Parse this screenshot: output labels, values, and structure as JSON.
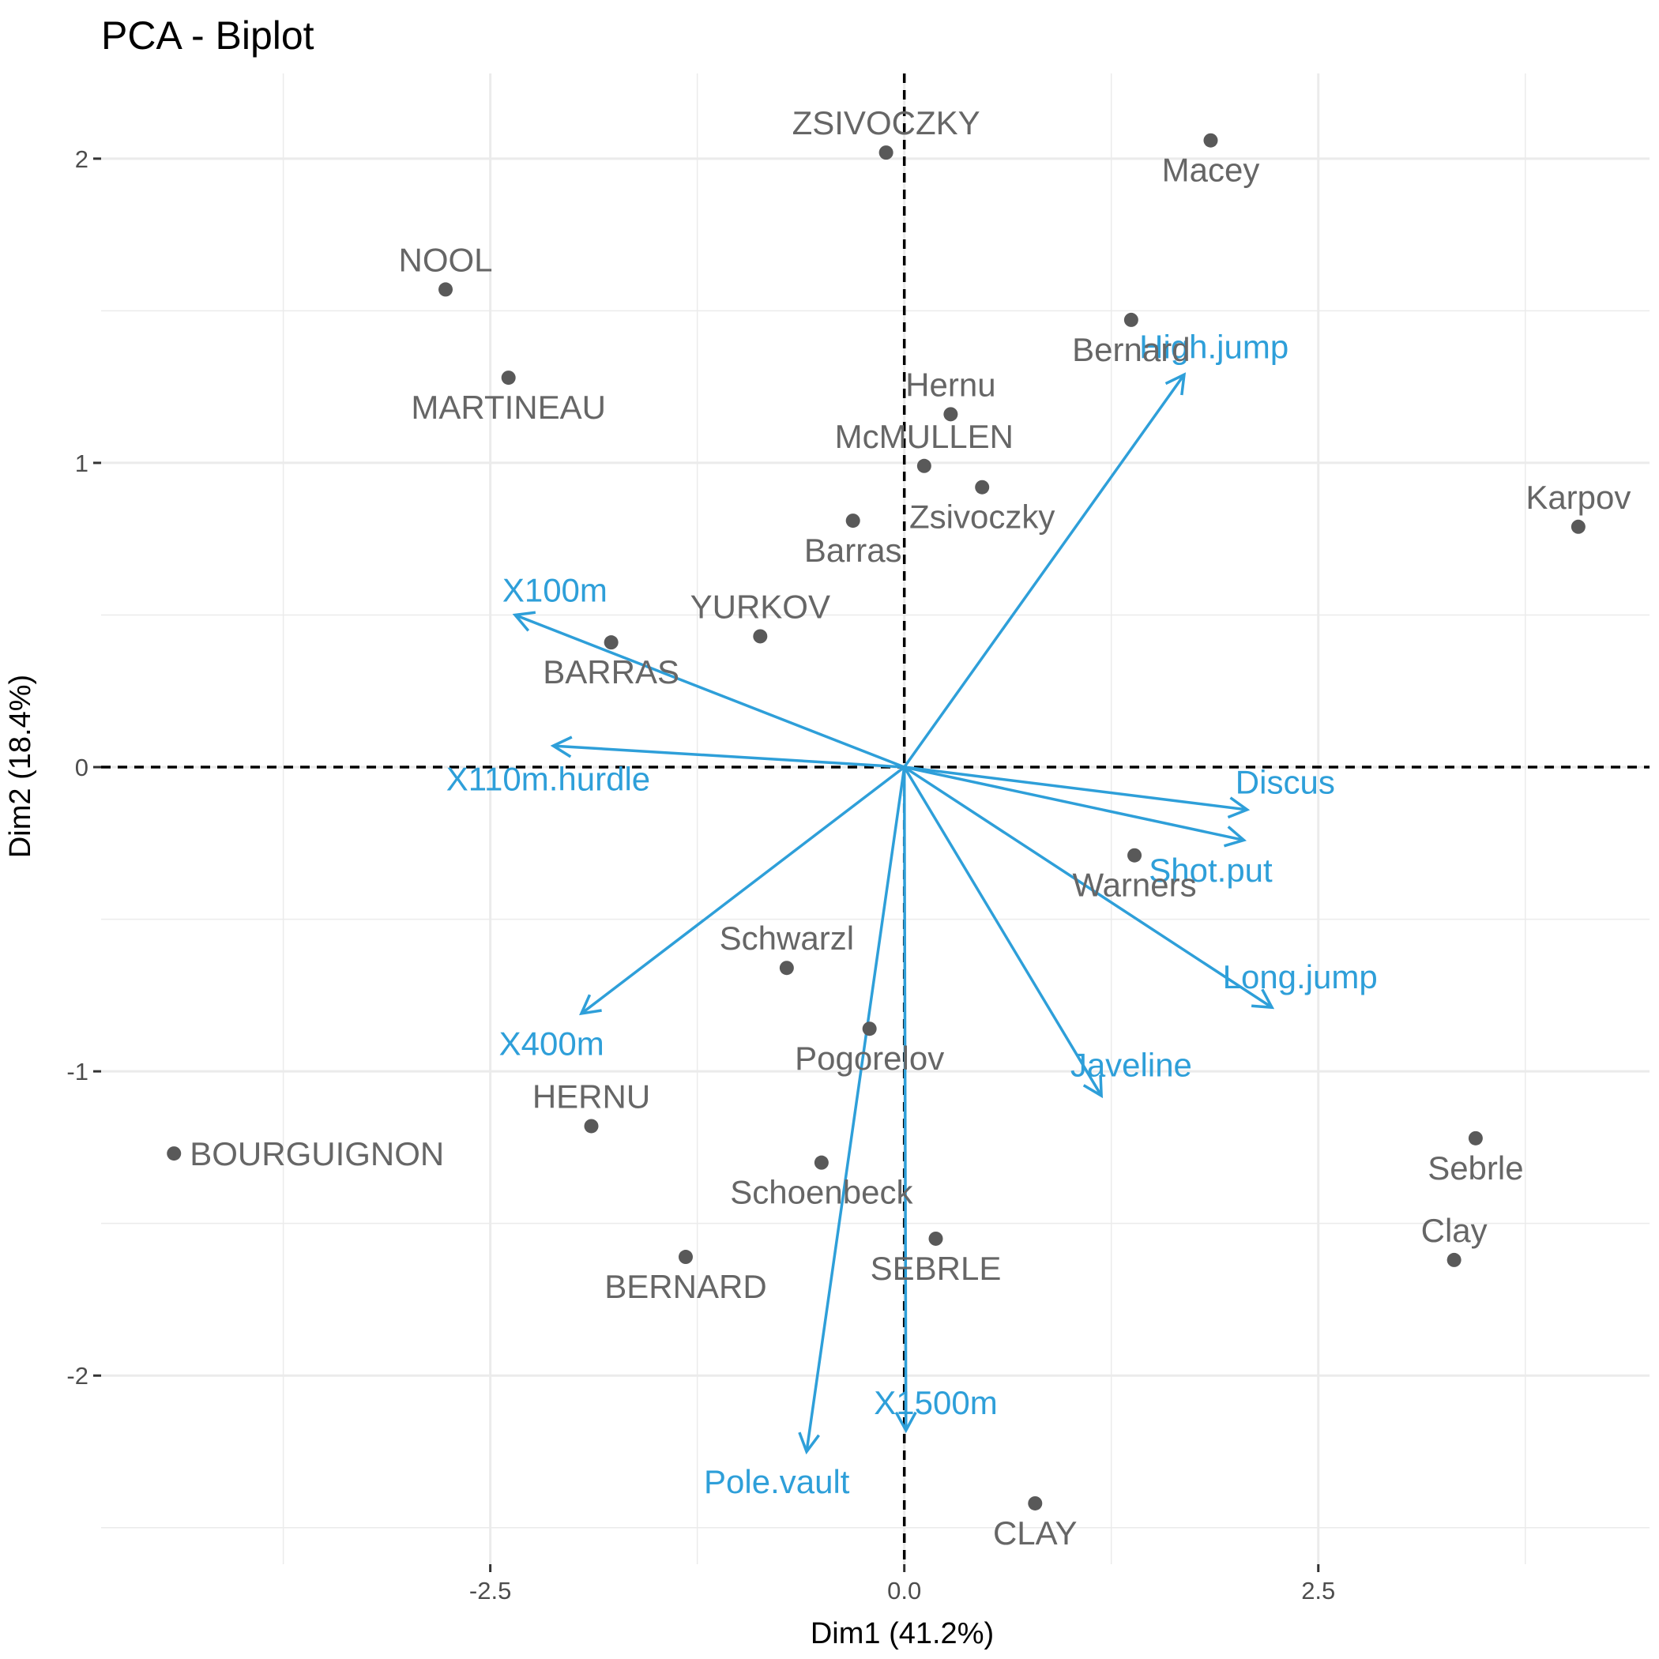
{
  "chart_data": {
    "type": "scatter",
    "title": "PCA - Biplot",
    "xlabel": "Dim1 (41.2%)",
    "ylabel": "Dim2 (18.4%)",
    "xlim": [
      -4.85,
      4.5
    ],
    "ylim": [
      -2.62,
      2.28
    ],
    "x_ticks": [
      -2.5,
      0.0,
      2.5
    ],
    "x_tick_labels": [
      "-2.5",
      "0.0",
      "2.5"
    ],
    "y_ticks": [
      -2,
      -1,
      0,
      1,
      2
    ],
    "y_tick_labels": [
      "-2",
      "-1",
      "0",
      "1",
      "2"
    ],
    "grid": true,
    "legend": "none",
    "colors": {
      "individuals": "#595959",
      "individual_labels": "#666666",
      "variables": "#2e9fd9"
    },
    "individuals": [
      {
        "name": "ZSIVOCZKY",
        "x": -0.11,
        "y": 2.02,
        "label_pos": "above"
      },
      {
        "name": "Macey",
        "x": 1.85,
        "y": 2.06,
        "label_pos": "below"
      },
      {
        "name": "NOOL",
        "x": -2.77,
        "y": 1.57,
        "label_pos": "above"
      },
      {
        "name": "MARTINEAU",
        "x": -2.39,
        "y": 1.28,
        "label_pos": "below"
      },
      {
        "name": "Bernard",
        "x": 1.37,
        "y": 1.47,
        "label_pos": "below"
      },
      {
        "name": "Hernu",
        "x": 0.28,
        "y": 1.16,
        "label_pos": "above"
      },
      {
        "name": "McMULLEN",
        "x": 0.12,
        "y": 0.99,
        "label_pos": "above"
      },
      {
        "name": "Zsivoczky",
        "x": 0.47,
        "y": 0.92,
        "label_pos": "below"
      },
      {
        "name": "Karpov",
        "x": 4.07,
        "y": 0.79,
        "label_pos": "above"
      },
      {
        "name": "Barras",
        "x": -0.31,
        "y": 0.81,
        "label_pos": "below"
      },
      {
        "name": "YURKOV",
        "x": -0.87,
        "y": 0.43,
        "label_pos": "above"
      },
      {
        "name": "BARRAS",
        "x": -1.77,
        "y": 0.41,
        "label_pos": "below"
      },
      {
        "name": "Warners",
        "x": 1.39,
        "y": -0.29,
        "label_pos": "below"
      },
      {
        "name": "Schwarzl",
        "x": -0.71,
        "y": -0.66,
        "label_pos": "above"
      },
      {
        "name": "Pogorelov",
        "x": -0.21,
        "y": -0.86,
        "label_pos": "below"
      },
      {
        "name": "HERNU",
        "x": -1.89,
        "y": -1.18,
        "label_pos": "above"
      },
      {
        "name": "BOURGUIGNON",
        "x": -4.41,
        "y": -1.27,
        "label_pos": "right"
      },
      {
        "name": "Schoenbeck",
        "x": -0.5,
        "y": -1.3,
        "label_pos": "below"
      },
      {
        "name": "Sebrle",
        "x": 3.45,
        "y": -1.22,
        "label_pos": "below"
      },
      {
        "name": "Clay",
        "x": 3.32,
        "y": -1.62,
        "label_pos": "above"
      },
      {
        "name": "BERNARD",
        "x": -1.32,
        "y": -1.61,
        "label_pos": "below"
      },
      {
        "name": "SEBRLE",
        "x": 0.19,
        "y": -1.55,
        "label_pos": "below"
      },
      {
        "name": "CLAY",
        "x": 0.79,
        "y": -2.42,
        "label_pos": "below"
      }
    ],
    "variables": [
      {
        "name": "High.jump",
        "x": 1.69,
        "y": 1.29,
        "label_x": 1.87,
        "label_y": 1.38
      },
      {
        "name": "X100m",
        "x": -2.35,
        "y": 0.5,
        "label_x": -2.11,
        "label_y": 0.58
      },
      {
        "name": "X110m.hurdle",
        "x": -2.12,
        "y": 0.07,
        "label_x": -2.15,
        "label_y": -0.04
      },
      {
        "name": "Discus",
        "x": 2.07,
        "y": -0.14,
        "label_x": 2.3,
        "label_y": -0.05
      },
      {
        "name": "Shot.put",
        "x": 2.05,
        "y": -0.24,
        "label_x": 1.85,
        "label_y": -0.34
      },
      {
        "name": "Long.jump",
        "x": 2.22,
        "y": -0.79,
        "label_x": 2.39,
        "label_y": -0.69
      },
      {
        "name": "X400m",
        "x": -1.95,
        "y": -0.81,
        "label_x": -2.13,
        "label_y": -0.91
      },
      {
        "name": "Javeline",
        "x": 1.19,
        "y": -1.08,
        "label_x": 1.37,
        "label_y": -0.98
      },
      {
        "name": "X1500m",
        "x": 0.01,
        "y": -2.18,
        "label_x": 0.19,
        "label_y": -2.09
      },
      {
        "name": "Pole.vault",
        "x": -0.59,
        "y": -2.25,
        "label_x": -0.77,
        "label_y": -2.35
      }
    ]
  }
}
